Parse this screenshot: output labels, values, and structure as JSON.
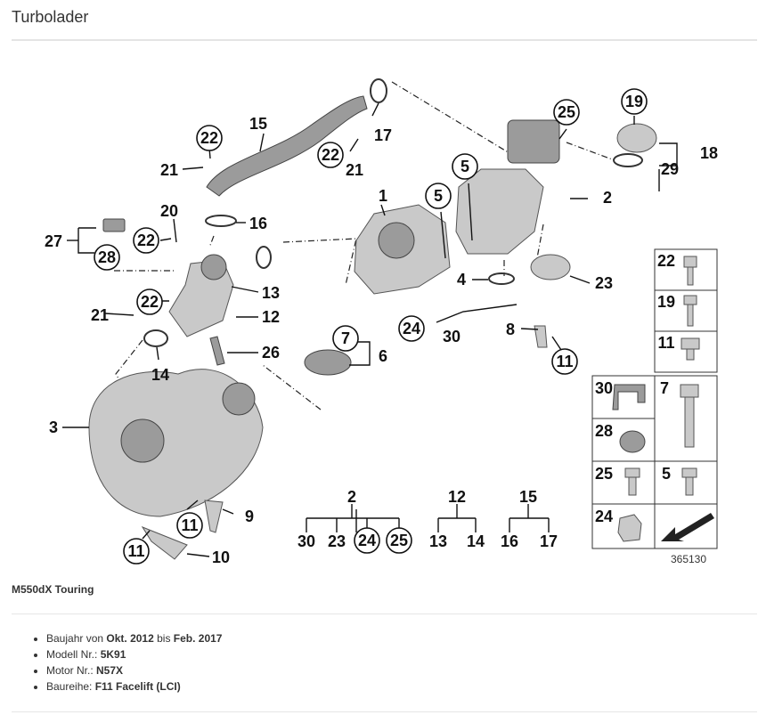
{
  "page": {
    "title": "Turbolader"
  },
  "diagram": {
    "labels": [
      "1",
      "2",
      "3",
      "4",
      "5",
      "5",
      "6",
      "7",
      "8",
      "9",
      "10",
      "11",
      "11",
      "11",
      "12",
      "13",
      "14",
      "15",
      "16",
      "17",
      "18",
      "19",
      "20",
      "21",
      "21",
      "21",
      "22",
      "22",
      "22",
      "23",
      "24",
      "25",
      "26",
      "27",
      "28",
      "29",
      "30"
    ],
    "groups": [
      {
        "parent": "2",
        "children": [
          "30",
          "23",
          "24",
          "25"
        ]
      },
      {
        "parent": "12",
        "children": [
          "13",
          "14"
        ]
      },
      {
        "parent": "15",
        "children": [
          "16",
          "17"
        ]
      }
    ],
    "hardware_grid": [
      "22",
      "19",
      "11",
      "30",
      "7",
      "28",
      "25",
      "5",
      "24"
    ],
    "image_number": "365130"
  },
  "vehicle": {
    "caption": "M550dX Touring",
    "specs": [
      {
        "prefix": "Baujahr von ",
        "value": "Okt. 2012",
        "middle": " bis ",
        "value2": "Feb. 2017"
      },
      {
        "prefix": "Modell Nr.: ",
        "value": "5K91"
      },
      {
        "prefix": "Motor Nr.: ",
        "value": "N57X"
      },
      {
        "prefix": "Baureihe: ",
        "value": "F11 Facelift (LCI)"
      }
    ]
  }
}
